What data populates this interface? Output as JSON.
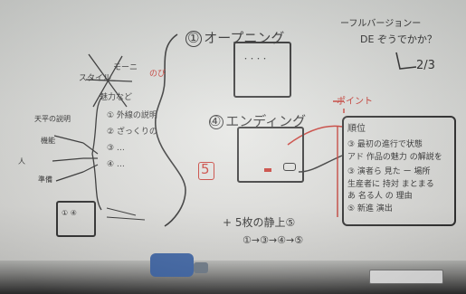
{
  "whiteboard": {
    "top_right_title": "ーフルバージョンー",
    "top_right_sub": "DE ぞうでかか？",
    "top_right_date": "2/3",
    "section1_label": "① オープニング",
    "section4_label": "④ エンディング",
    "center_number": "5",
    "left_center_main": "スタイル",
    "left_center_sub": "モーニ",
    "left_center_red": "のび",
    "mid_label": "魅力など",
    "mid_items": [
      "①  外線の説明",
      "②  ざっくりの",
      "③  …",
      "④  …"
    ],
    "left_small": [
      "天平の説明",
      "機能",
      "人",
      "準備"
    ],
    "right_red_heading": "ポイント",
    "right_list_header": "順位",
    "right_list": [
      "③ 最初の進行で状態",
      "アド 作品の魅力 の解説を",
      "③ 演者ら 見た  ー 場所",
      "生産者に 持対 まとまる",
      "あ 名る人 の  理由",
      "⑤ 新進  演出"
    ],
    "bottom_text": "+ 5枚の静上⑤",
    "bottom_formula": "①→③→④→⑤"
  }
}
